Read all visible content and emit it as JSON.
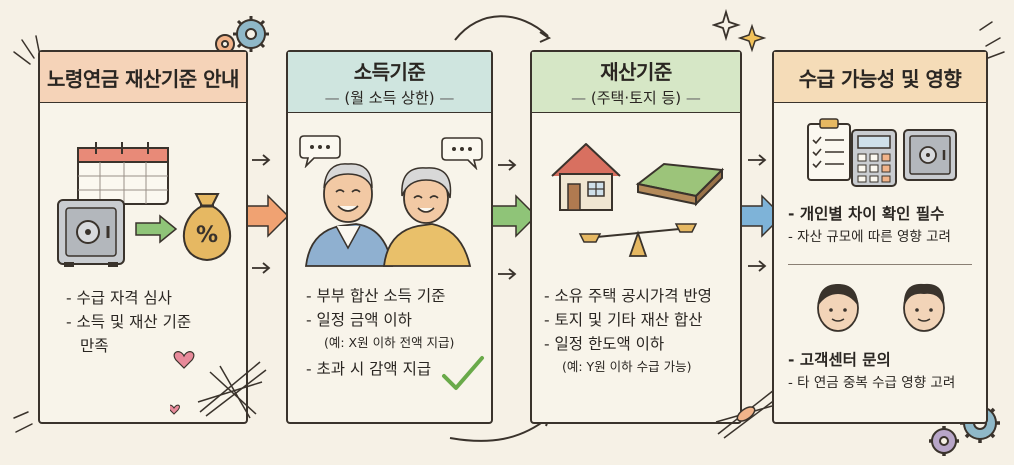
{
  "panel1": {
    "title": "노령연금 재산기준 안내",
    "items": [
      "- 수급 자격 심사",
      "- 소득 및 재산 기준",
      "만족"
    ]
  },
  "panel2": {
    "title": "소득기준",
    "subtitle": "(월 소득 상한)",
    "items": [
      "- 부부 합산 소득 기준",
      "- 일정 금액 이하"
    ],
    "note": "(예: X원 이하 전액 지급)",
    "item_last": "- 초과 시 감액 지급"
  },
  "panel3": {
    "title": "재산기준",
    "subtitle": "(주택·토지 등)",
    "items": [
      "- 소유 주택 공시가격 반영",
      "- 토지 및 기타 재산 합산",
      "- 일정 한도액 이하"
    ],
    "note": "(예: Y원 이하 수급 가능)"
  },
  "panel4": {
    "title": "수급 가능성 및 영향",
    "top_items": [
      "- 개인별 차이 확인 필수",
      "- 자산 규모에 따른 영향 고려"
    ],
    "bottom_items": [
      "- 고객센터 문의",
      "- 타 연금 중복 수급 영향 고려"
    ]
  },
  "colors": {
    "panel1_head": "#f5d3b8",
    "panel2_head": "#cfe5df",
    "panel3_head": "#d6e7c6",
    "panel4_head": "#f5dcb8",
    "arrow_orange": "#f0a272",
    "arrow_green": "#8fc478",
    "arrow_blue": "#7eb3d8"
  },
  "icons": [
    "calendar-icon",
    "safe-icon",
    "money-bag-percent-icon",
    "elderly-couple-icon",
    "house-icon",
    "land-icon",
    "balance-scale-icon",
    "clipboard-icon",
    "calculator-icon",
    "safe-icon",
    "person-icon",
    "gear-icon",
    "sparkle-icon",
    "heart-icon",
    "checkmark-icon"
  ]
}
